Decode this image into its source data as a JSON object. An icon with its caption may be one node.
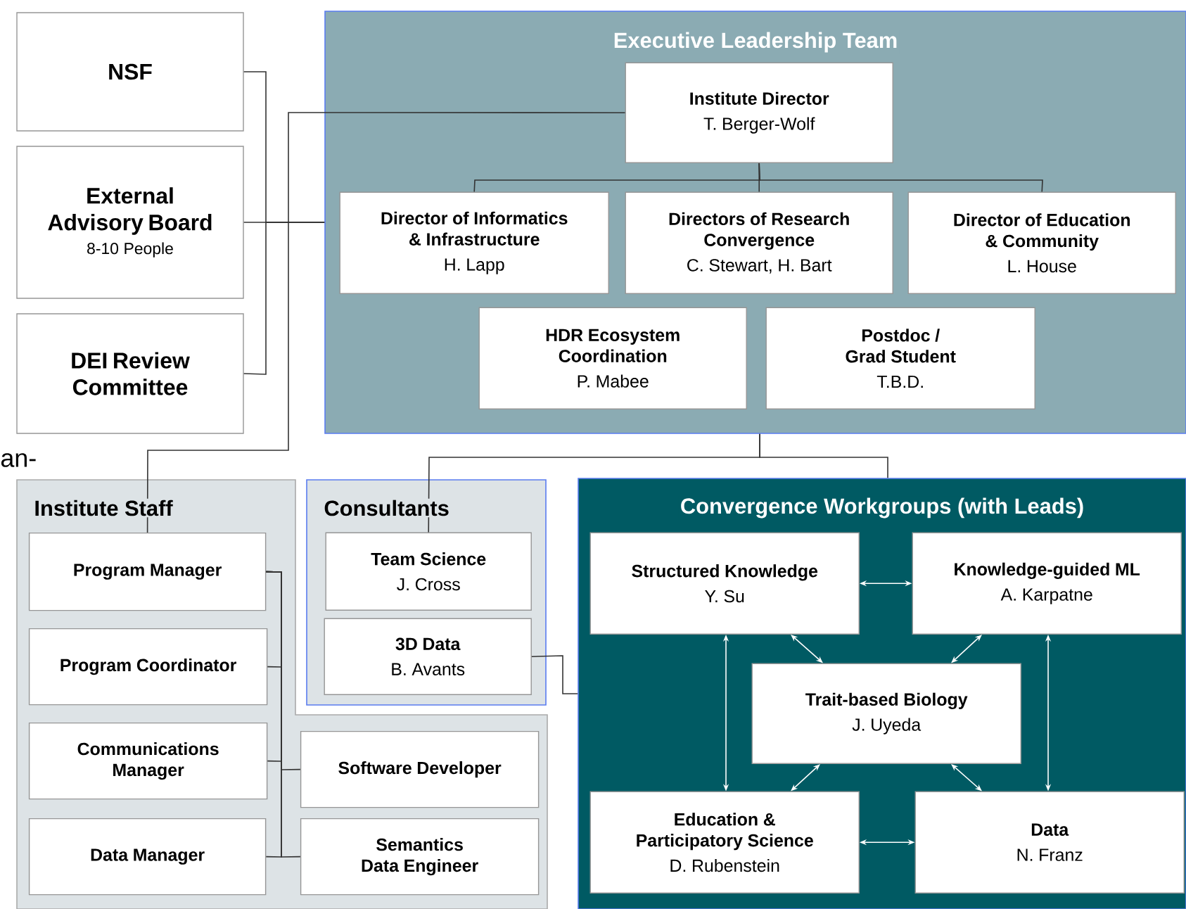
{
  "diagram": {
    "nodes": [
      {
        "text": [
          "NSF"
        ]
      },
      {
        "text": [
          "External Advisory Board",
          "8-10 People"
        ]
      },
      {
        "text": [
          "DEI Review Committee"
        ]
      },
      {
        "text": [
          "Executive Leadership Team"
        ]
      },
      {
        "text": [
          "Institute Director",
          "T. Berger-Wolf"
        ],
        "in": 3
      },
      {
        "text": [
          "Director of Informatics & Infrastructure",
          "H. Lapp"
        ],
        "in": 3
      },
      {
        "text": [
          "Directors of Research Convergence",
          "C. Stewart, H. Bart"
        ],
        "in": 3
      },
      {
        "text": [
          "Director of Education & Community",
          "L. House"
        ],
        "in": 3
      },
      {
        "text": [
          "HDR Ecosystem Coordination",
          "P. Mabee"
        ],
        "in": 3
      },
      {
        "text": [
          "Postdoc / Grad Student",
          "T.B.D."
        ],
        "in": 3
      },
      {
        "text": [
          "Institute Staff"
        ]
      },
      {
        "text": [
          "Program Manager"
        ],
        "in": 10
      },
      {
        "text": [
          "Program Coordinator"
        ],
        "in": 10
      },
      {
        "text": [
          "Communications Manager"
        ],
        "in": 10
      },
      {
        "text": [
          "Data Manager"
        ],
        "in": 10
      },
      {
        "text": [
          "Software Developer"
        ],
        "in": 10
      },
      {
        "text": [
          "Semantics Data Engineer"
        ],
        "in": 10
      },
      {
        "text": [
          "Consultants"
        ]
      },
      {
        "text": [
          "Team Science",
          "J. Cross"
        ],
        "in": 17
      },
      {
        "text": [
          "3D Data",
          "B. Avants"
        ],
        "in": 17
      },
      {
        "text": [
          "Convergence Workgroups (with Leads)"
        ]
      },
      {
        "text": [
          "Structured Knowledge",
          "Y. Su"
        ],
        "in": 20
      },
      {
        "text": [
          "Knowledge-guided ML",
          "A. Karpatne"
        ],
        "in": 20
      },
      {
        "text": [
          "Trait-based Biology",
          "J. Uyeda"
        ],
        "in": 20
      },
      {
        "text": [
          "Education & Participatory Science",
          "D. Rubenstein"
        ],
        "in": 20
      },
      {
        "text": [
          "Data",
          "N. Franz"
        ],
        "in": 20
      }
    ],
    "edges": [
      {
        "from": 0,
        "to": 3,
        "arrow": "none"
      },
      {
        "from": 1,
        "to": 3,
        "arrow": "none"
      },
      {
        "from": 2,
        "to": 3,
        "arrow": "none"
      },
      {
        "from": 4,
        "to": 5,
        "arrow": "none"
      },
      {
        "from": 4,
        "to": 6,
        "arrow": "none"
      },
      {
        "from": 4,
        "to": 7,
        "arrow": "none"
      },
      {
        "from": 4,
        "to": 11,
        "arrow": "none"
      },
      {
        "from": 3,
        "to": 18,
        "arrow": "none"
      },
      {
        "from": 3,
        "to": 20,
        "arrow": "none"
      },
      {
        "from": 19,
        "to": 20,
        "arrow": "none"
      },
      {
        "from": 11,
        "to": 12,
        "arrow": "none"
      },
      {
        "from": 11,
        "to": 13,
        "arrow": "none"
      },
      {
        "from": 11,
        "to": 14,
        "arrow": "none"
      },
      {
        "from": 11,
        "to": 15,
        "arrow": "none"
      },
      {
        "from": 11,
        "to": 16,
        "arrow": "none"
      },
      {
        "from": 21,
        "to": 22,
        "arrow": "both",
        "color": "#ffffff"
      },
      {
        "from": 21,
        "to": 23,
        "arrow": "both",
        "color": "#ffffff"
      },
      {
        "from": 22,
        "to": 23,
        "arrow": "both",
        "color": "#ffffff"
      },
      {
        "from": 21,
        "to": 24,
        "arrow": "both",
        "color": "#ffffff"
      },
      {
        "from": 22,
        "to": 25,
        "arrow": "both",
        "color": "#ffffff"
      },
      {
        "from": 23,
        "to": 24,
        "arrow": "both",
        "color": "#ffffff"
      },
      {
        "from": 23,
        "to": 25,
        "arrow": "both",
        "color": "#ffffff"
      },
      {
        "from": 24,
        "to": 25,
        "arrow": "both",
        "color": "#ffffff"
      }
    ],
    "labels": [
      "an-"
    ]
  }
}
